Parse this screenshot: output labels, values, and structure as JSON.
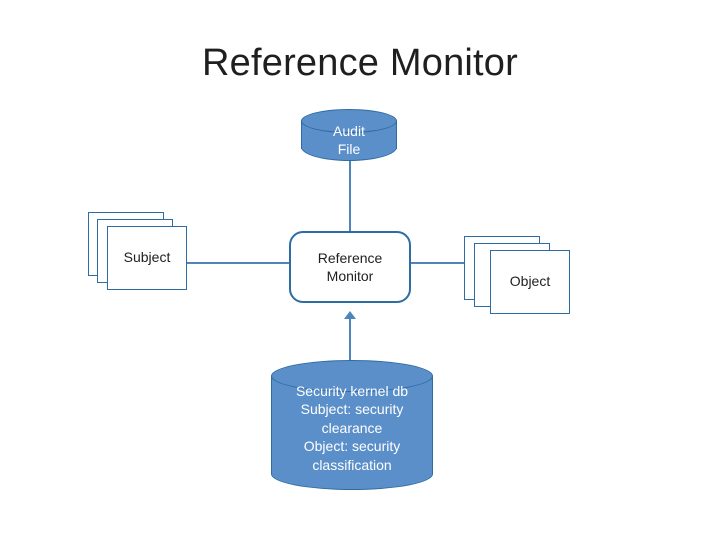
{
  "title": "Reference Monitor",
  "nodes": {
    "audit_file": {
      "label": "Audit\nFile",
      "shape": "cylinder",
      "fill": "#5b8fc9",
      "stroke": "#2e6ca4"
    },
    "subject": {
      "label": "Subject",
      "shape": "stacked-rectangles",
      "stroke": "#2e6ca4"
    },
    "reference_monitor": {
      "label": "Reference\nMonitor",
      "shape": "rounded-rectangle",
      "stroke": "#2e6ca4"
    },
    "object": {
      "label": "Object",
      "shape": "stacked-rectangles",
      "stroke": "#2e6ca4"
    },
    "security_kernel_db": {
      "label": "Security kernel db\nSubject: security\nclearance\nObject: security\nclassification",
      "shape": "cylinder",
      "fill": "#5b8fc9",
      "stroke": "#2e6ca4"
    }
  },
  "connectors": [
    {
      "name": "reference-monitor-to-audit-file",
      "from": "reference_monitor",
      "to": "audit_file",
      "style": "plain"
    },
    {
      "name": "subject-to-reference-monitor",
      "from": "subject",
      "to": "reference_monitor",
      "style": "plain"
    },
    {
      "name": "reference-monitor-to-object",
      "from": "reference_monitor",
      "to": "object",
      "style": "plain"
    },
    {
      "name": "security-kernel-db-to-reference-monitor",
      "from": "security_kernel_db",
      "to": "reference_monitor",
      "style": "arrow-up"
    }
  ],
  "colors": {
    "line": "#4e85bb",
    "stroke": "#2e6ca4",
    "cylinder_fill": "#5b8fc9",
    "text": "#1f1f1f",
    "background": "#ffffff"
  }
}
